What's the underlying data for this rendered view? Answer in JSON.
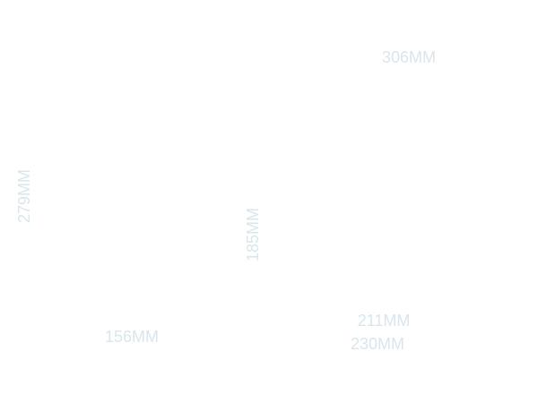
{
  "colors": {
    "background": "#ffffff",
    "label": "#d9e6ec"
  },
  "dimensions": {
    "top_right": "306MM",
    "left_vertical": "279MM",
    "center_vertical": "185MM",
    "bottom_left": "156MM",
    "bottom_right_upper": "211MM",
    "bottom_right_lower": "230MM"
  }
}
